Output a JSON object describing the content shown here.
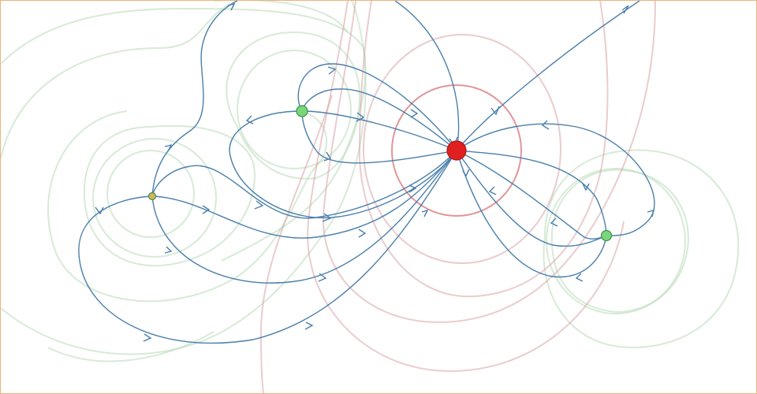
{
  "colors": {
    "field_line": "#4a7fab",
    "equipotential_positive": "#d9a2a6",
    "equipotential_positive_strong": "#d97a80",
    "equipotential_negative": "#b6d8b6",
    "negative_charge": "#79d679",
    "negative_charge_stroke": "#3f8f4f",
    "positive_charge": "#e02020",
    "positive_charge_stroke": "#b01515",
    "small_charge": "#d6b45a",
    "frame": "#f0b47a"
  },
  "charges": [
    {
      "id": "positive-charge",
      "sign": "positive",
      "strength": "large"
    },
    {
      "id": "negative-charge-upper",
      "sign": "negative",
      "strength": "medium"
    },
    {
      "id": "negative-charge-left",
      "sign": "negative",
      "strength": "small"
    },
    {
      "id": "negative-charge-right",
      "sign": "negative",
      "strength": "medium"
    }
  ]
}
